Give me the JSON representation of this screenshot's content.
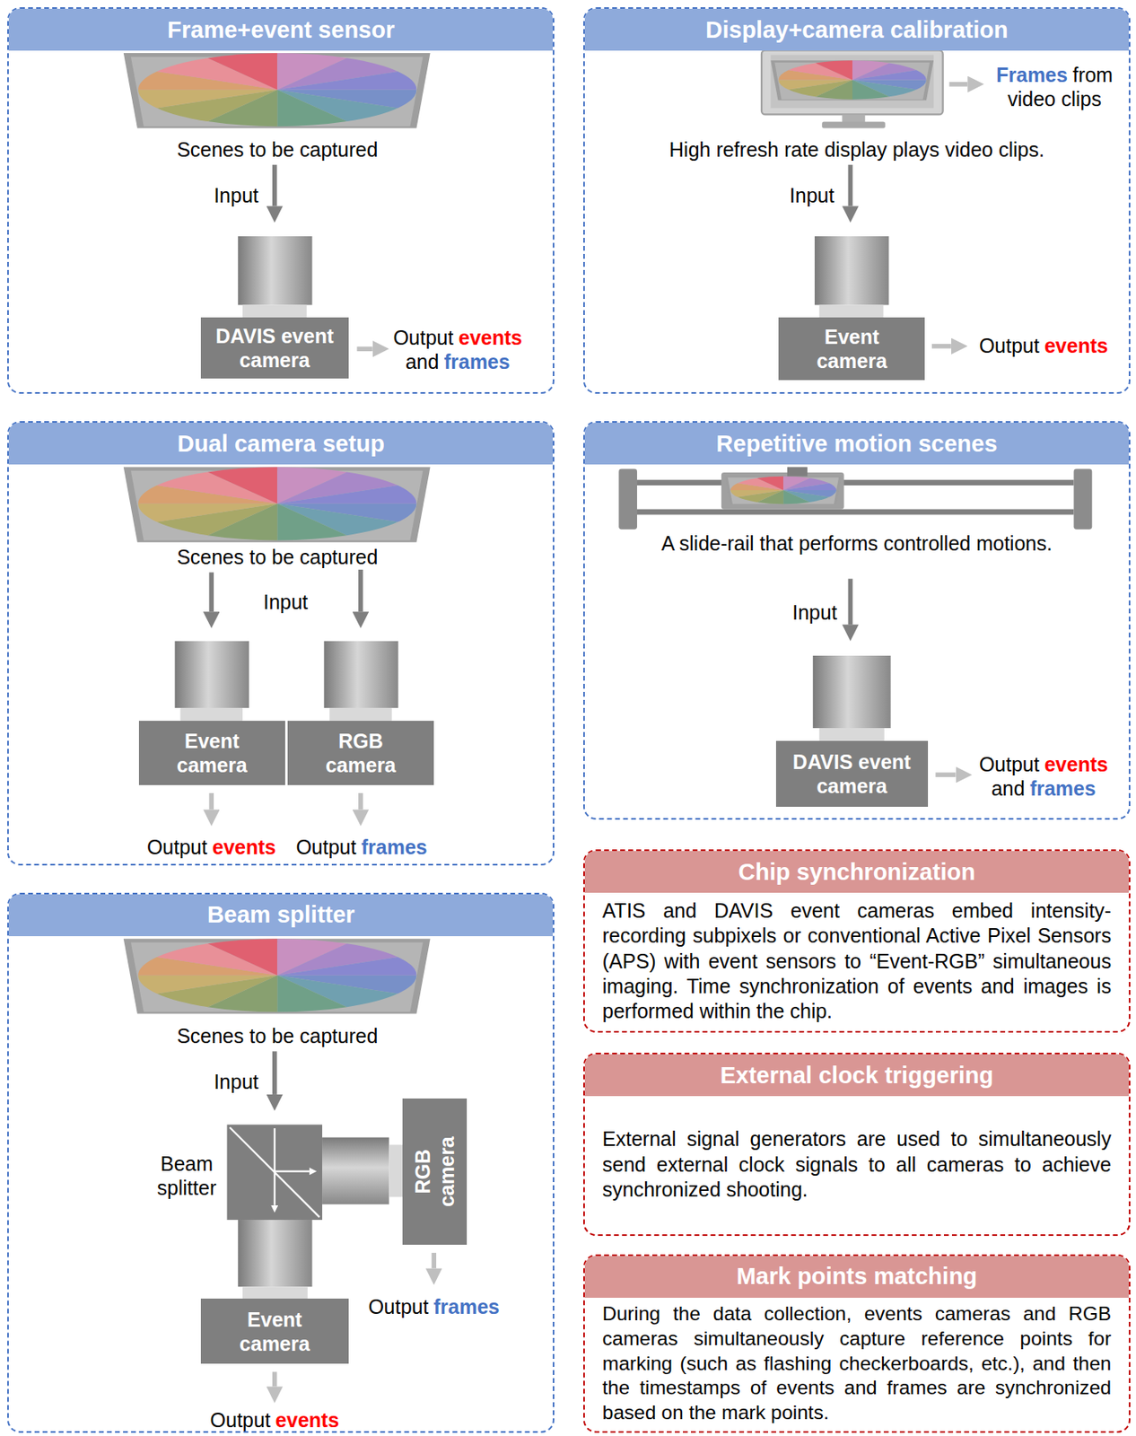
{
  "diagram": {
    "nodes": [
      {
        "text": [
          "Frame+event sensor"
        ]
      },
      {
        "text": [
          "DAVIS event camera"
        ],
        "in": 0
      },
      {
        "text": [
          "Display+camera calibration"
        ]
      },
      {
        "text": [
          "Event camera"
        ],
        "in": 2
      },
      {
        "text": [
          "Dual camera setup"
        ]
      },
      {
        "text": [
          "Event camera"
        ],
        "in": 4
      },
      {
        "text": [
          "RGB camera"
        ],
        "in": 4
      },
      {
        "text": [
          "Repetitive motion scenes"
        ]
      },
      {
        "text": [
          "DAVIS event camera"
        ],
        "in": 7
      },
      {
        "text": [
          "Beam splitter"
        ]
      },
      {
        "text": [
          "RGB camera"
        ],
        "in": 9
      },
      {
        "text": [
          "Event camera"
        ],
        "in": 9
      },
      {
        "text": [
          "Chip synchronization",
          "ATIS and DAVIS event cameras embed intensity-recording subpixels or conventional Active Pixel Sensors (APS) with event sensors to “Event-RGB” simultaneous imaging. Time synchronization of events and images is performed within the chip."
        ]
      },
      {
        "text": [
          "External clock triggering",
          "External signal generators are used to simultaneously send external clock signals to all cameras to achieve synchronized shooting."
        ]
      },
      {
        "text": [
          "Mark points matching",
          "During the data collection, events cameras and RGB cameras simultaneously capture reference points for marking (such as flashing checkerboards, etc.), and then the timestamps of events and frames are synchronized based on the mark points."
        ]
      }
    ],
    "labels": [
      "Scenes to be captured",
      "Input",
      "Output",
      "events",
      "and",
      "frames",
      "Frames",
      "from",
      "video clips",
      "High refresh rate display plays video clips.",
      "Input",
      "Output",
      "events",
      "Scenes to be captured",
      "Input",
      "Output",
      "events",
      "Output",
      "frames",
      "A slide-rail that performs controlled motions.",
      "Input",
      "Output",
      "events",
      "and",
      "frames",
      "Scenes to be captured",
      "Input",
      "Beam splitter",
      "Output",
      "frames",
      "Output",
      "events"
    ]
  }
}
